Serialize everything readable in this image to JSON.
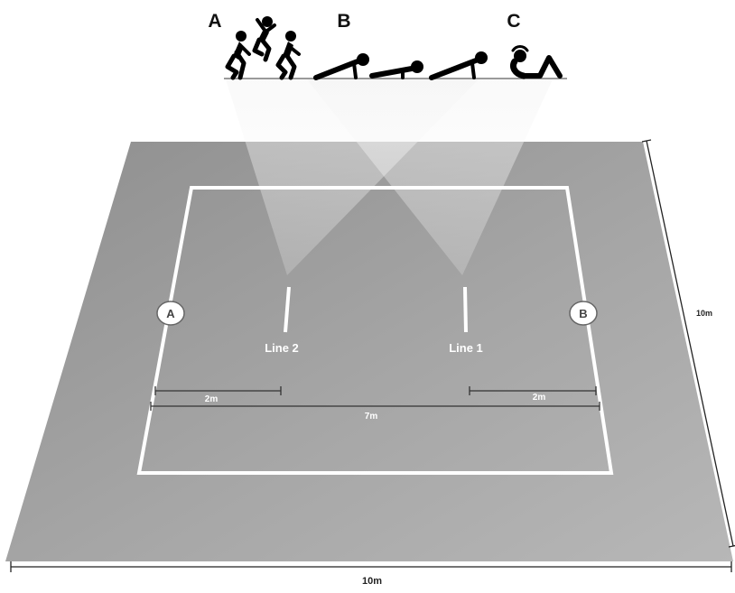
{
  "exercise_labels": {
    "a": "A",
    "b": "B",
    "c": "C"
  },
  "lines": {
    "line1": "Line 1",
    "line2": "Line 2"
  },
  "markers": {
    "a": "A",
    "b": "B"
  },
  "dimensions": {
    "left_gap": "2m",
    "right_gap": "2m",
    "between_markers": "7m",
    "court_width": "10m",
    "court_depth": "10m"
  },
  "colors": {
    "floor": "#a3a3a3",
    "floor_light": "#b9b9b9",
    "court_lines": "#ffffff",
    "beam": "#e6e6e6",
    "figures": "#000000"
  },
  "icons": {
    "exercise_a": "jumping-figures-icon",
    "exercise_b": "push-up-figures-icon",
    "exercise_c": "sit-up-figure-icon"
  }
}
